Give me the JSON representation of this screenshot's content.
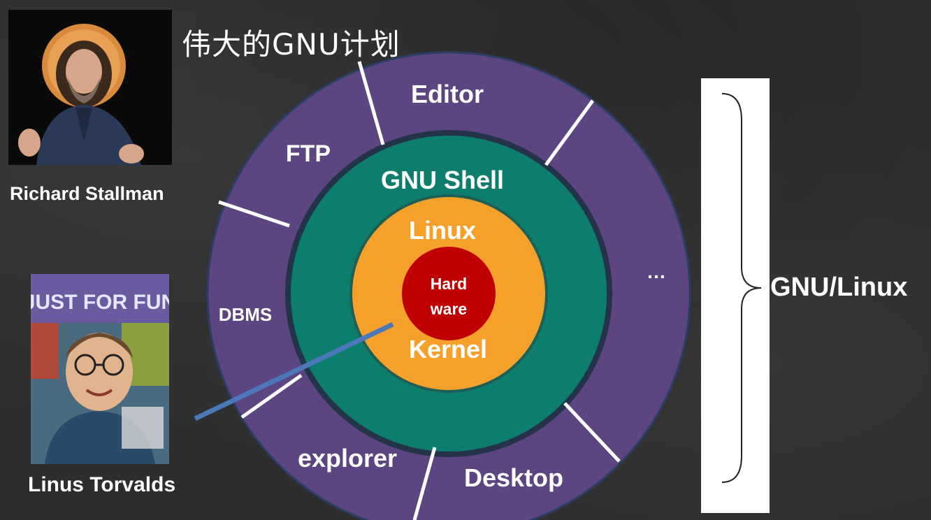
{
  "title": "伟大的GNU计划",
  "people": {
    "stallman": {
      "name": "Richard  Stallman"
    },
    "torvalds": {
      "name": "Linus Torvalds",
      "book_title": "JUST FOR FUN"
    }
  },
  "rings": {
    "outer": {
      "color": "#5c4580",
      "labels": [
        "Editor",
        "FTP",
        "DBMS",
        "explorer",
        "Desktop",
        "…"
      ]
    },
    "shell": {
      "color": "#0d7e6b",
      "label": "GNU Shell"
    },
    "kernel": {
      "color": "#f5a02a",
      "label_top": "Linux",
      "label_bottom": "Kernel"
    },
    "hardware": {
      "color": "#c00000",
      "label_line1": "Hard",
      "label_line2": "ware"
    }
  },
  "bracket_label": "GNU/Linux",
  "colors": {
    "background": "#2d2d2d",
    "text": "#ffffff",
    "pointer_line": "#4a78b8",
    "ring_border": "#2c3e66"
  }
}
